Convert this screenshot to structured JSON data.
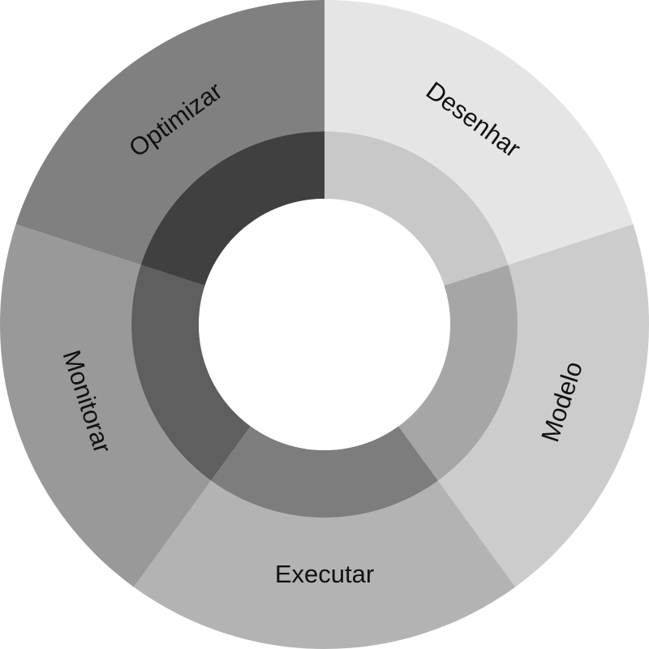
{
  "diagram": {
    "segments": [
      {
        "label": "Desenhar",
        "outer_color": "#e5e5e5",
        "inner_color": "#c8c8c8"
      },
      {
        "label": "Modelo",
        "outer_color": "#cccccc",
        "inner_color": "#a6a6a6"
      },
      {
        "label": "Executar",
        "outer_color": "#b3b3b3",
        "inner_color": "#7d7d7d"
      },
      {
        "label": "Monitorar",
        "outer_color": "#999999",
        "inner_color": "#5f5f5f"
      },
      {
        "label": "Optimizar",
        "outer_color": "#808080",
        "inner_color": "#404040"
      }
    ]
  }
}
